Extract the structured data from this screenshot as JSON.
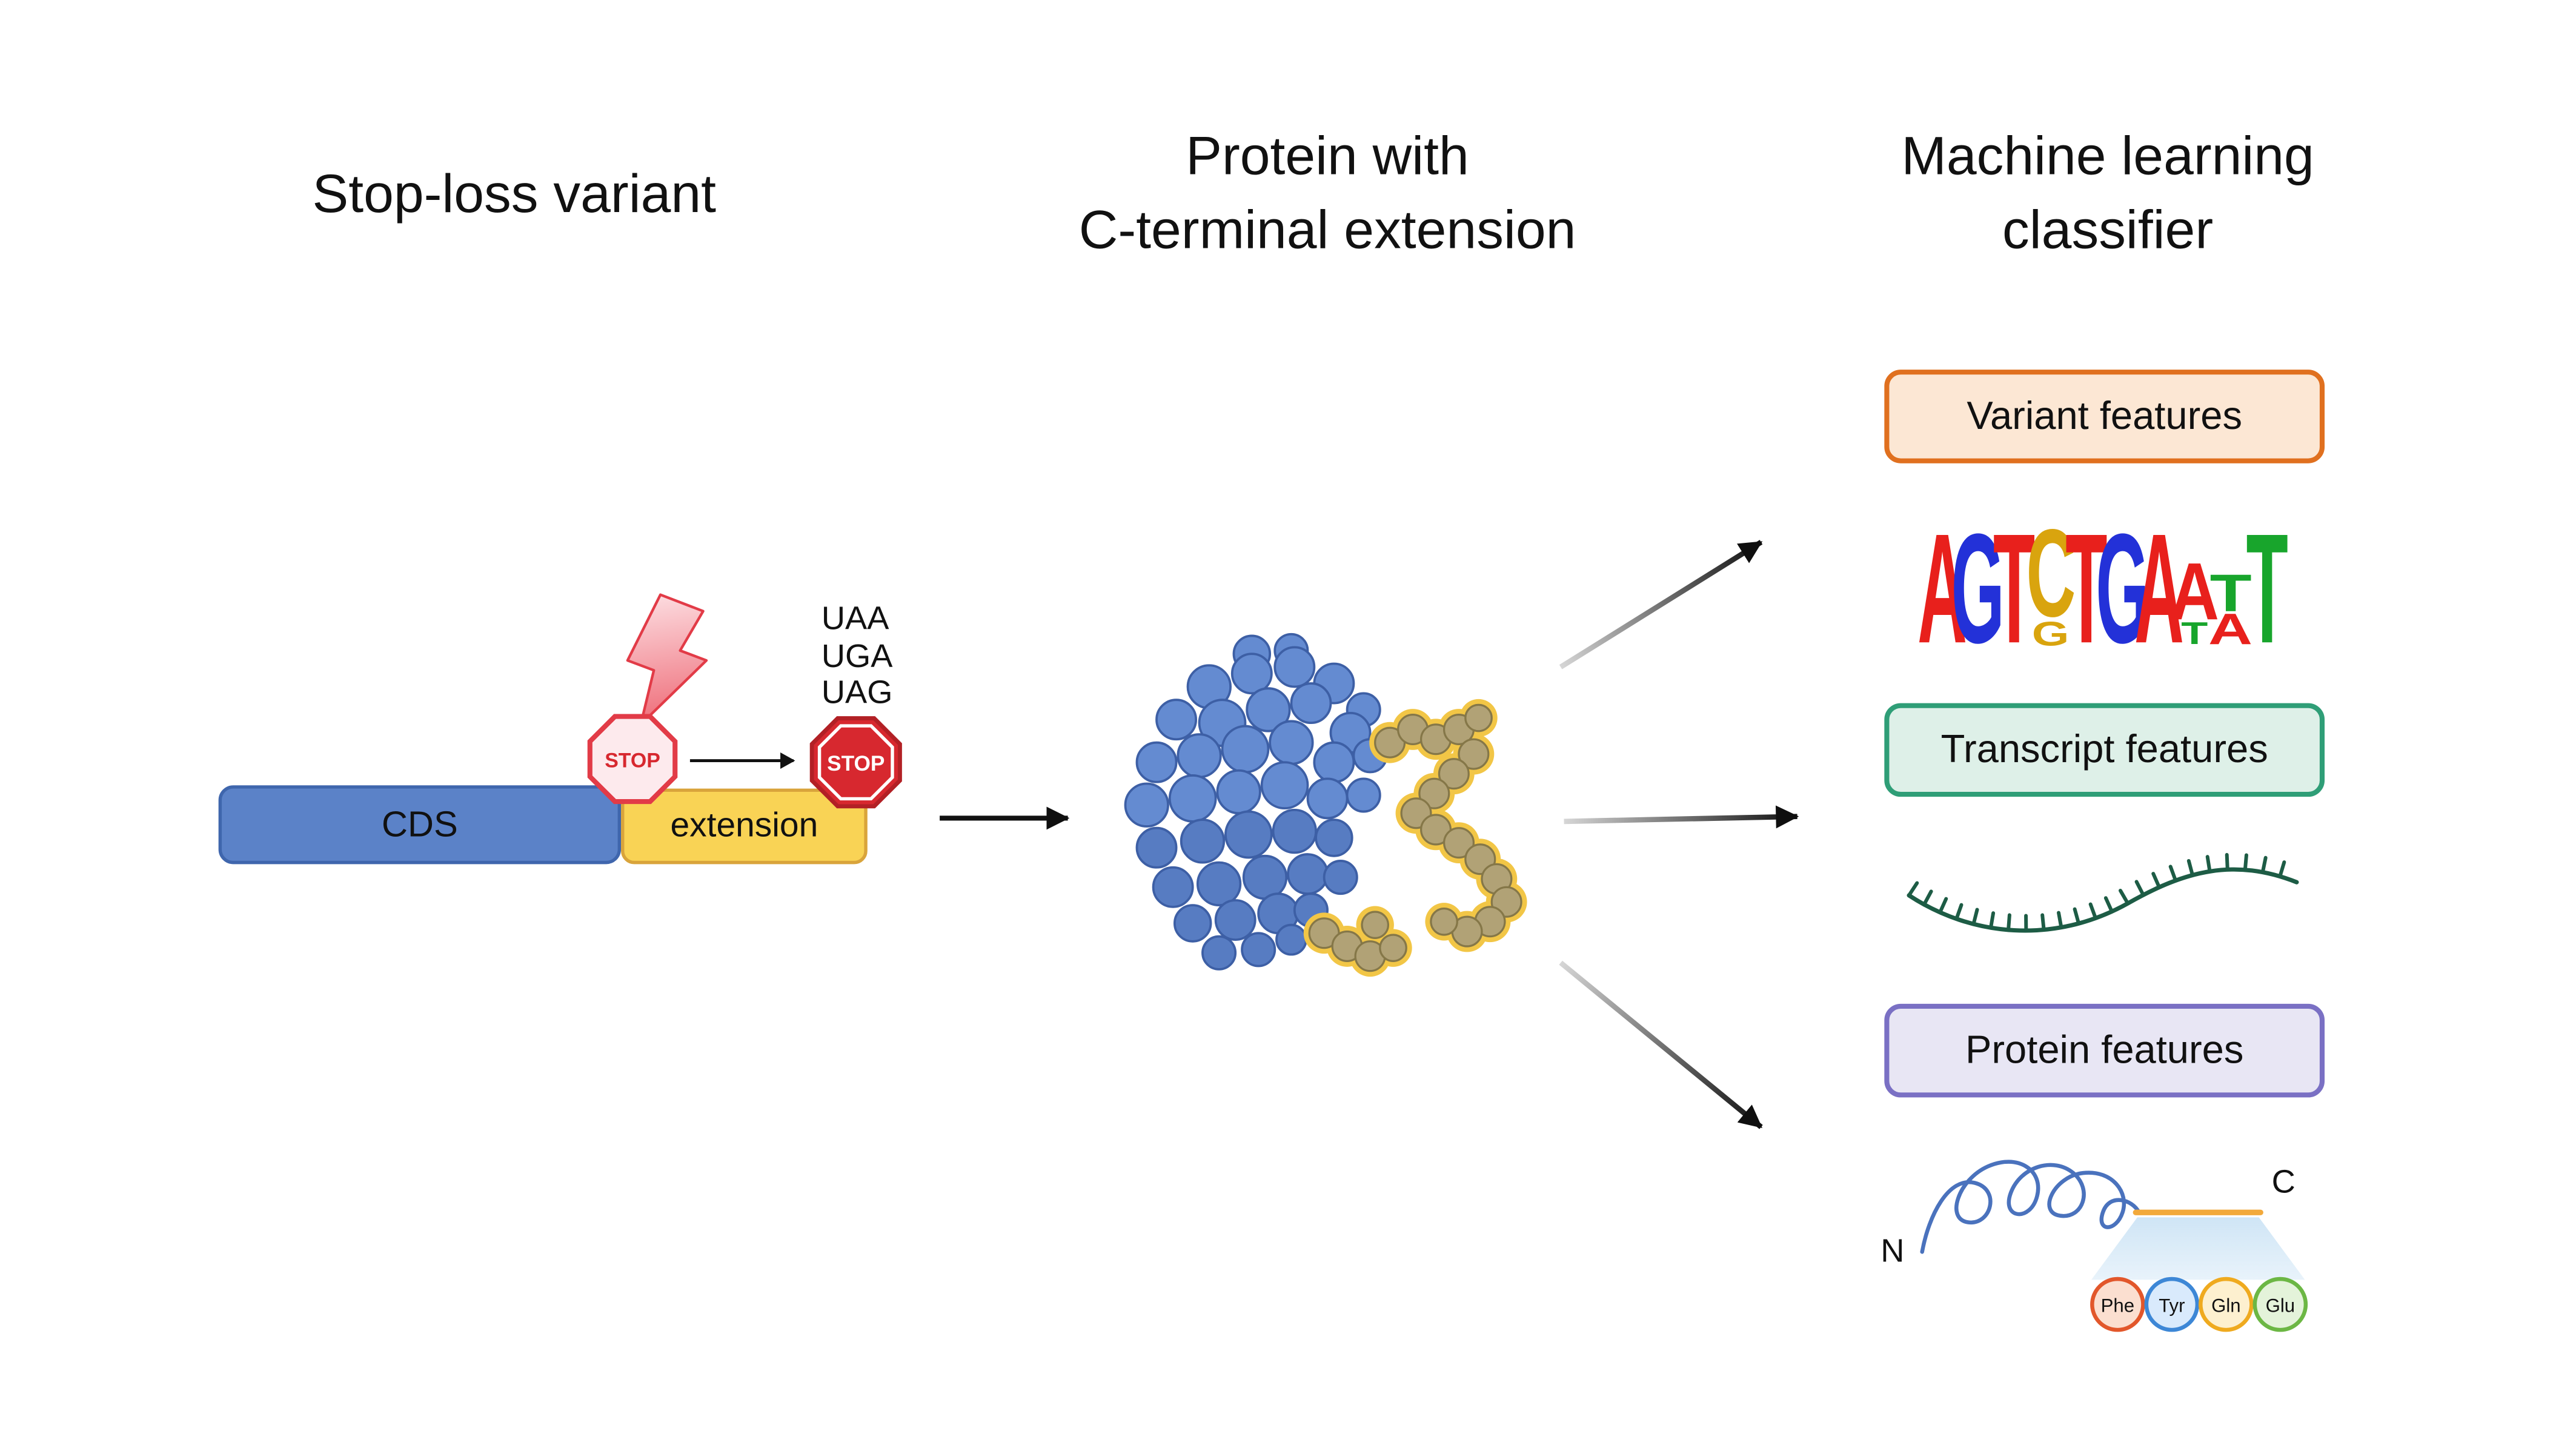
{
  "titles": {
    "left": "Stop-loss variant",
    "middle": [
      "Protein with",
      "C-terminal extension"
    ],
    "right": [
      "Machine learning",
      "classifier"
    ]
  },
  "stop_loss": {
    "cds_label": "CDS",
    "extension_label": "extension",
    "original_stop_label": "STOP",
    "new_stop_label": "STOP",
    "stop_codons": [
      "UAA",
      "UGA",
      "UAG"
    ],
    "colors": {
      "cds_fill": "#5b82c8",
      "cds_border": "#3f66ad",
      "extension_fill": "#f9d355",
      "extension_border": "#d9a43b",
      "stop_red": "#d7282f"
    }
  },
  "classifier": {
    "boxes": [
      {
        "label": "Variant features",
        "fill": "#fce7d4",
        "border": "#e0701f"
      },
      {
        "label": "Transcript features",
        "fill": "#def0e8",
        "border": "#2f9e77"
      },
      {
        "label": "Protein features",
        "fill": "#e8e6f4",
        "border": "#7a70c4"
      }
    ]
  },
  "sequence_logo": {
    "columns": [
      [
        {
          "ch": "A",
          "color": "#e8201c",
          "h": 1
        }
      ],
      [
        {
          "ch": "G",
          "color": "#2331d8",
          "h": 1
        }
      ],
      [
        {
          "ch": "T",
          "color": "#e8201c",
          "h": 1
        }
      ],
      [
        {
          "ch": "C",
          "color": "#d9a40e",
          "h": 0.8
        },
        {
          "ch": "G",
          "color": "#d9a40e",
          "h": 0.22
        }
      ],
      [
        {
          "ch": "T",
          "color": "#e8201c",
          "h": 1
        }
      ],
      [
        {
          "ch": "G",
          "color": "#2331d8",
          "h": 1
        }
      ],
      [
        {
          "ch": "A",
          "color": "#e8201c",
          "h": 1
        }
      ],
      [
        {
          "ch": "A",
          "color": "#e8201c",
          "h": 0.52
        },
        {
          "ch": "T",
          "color": "#18a52c",
          "h": 0.2
        }
      ],
      [
        {
          "ch": "T",
          "color": "#18a52c",
          "h": 0.34
        },
        {
          "ch": "A",
          "color": "#e8201c",
          "h": 0.28
        }
      ],
      [
        {
          "ch": "T",
          "color": "#18a52c",
          "h": 1
        }
      ]
    ]
  },
  "protein_features": {
    "n_label": "N",
    "c_label": "C",
    "residues": [
      {
        "label": "Phe",
        "fill": "#fbdfd0",
        "border": "#e2572b"
      },
      {
        "label": "Tyr",
        "fill": "#d9eafc",
        "border": "#3d87d6"
      },
      {
        "label": "Gln",
        "fill": "#fdf0cf",
        "border": "#efaa1f"
      },
      {
        "label": "Glu",
        "fill": "#e4f3da",
        "border": "#6cb744"
      }
    ]
  }
}
